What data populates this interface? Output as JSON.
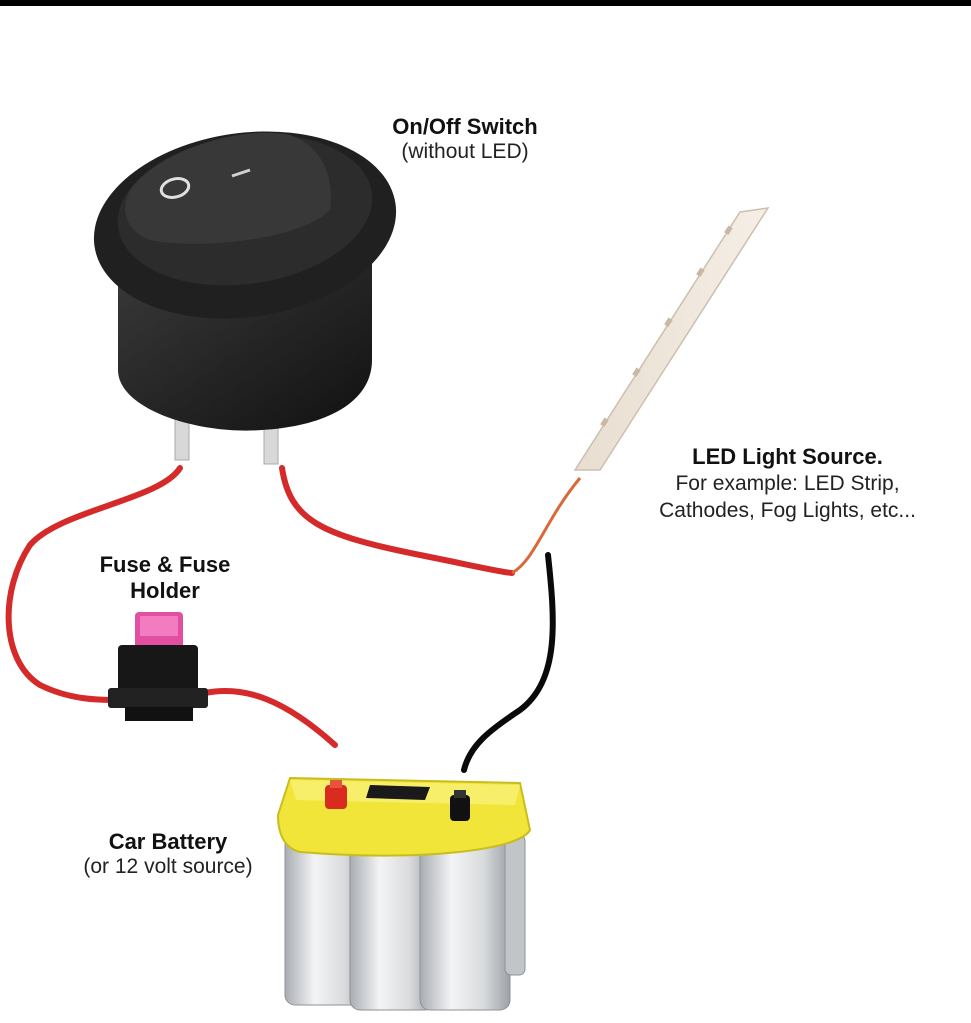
{
  "labels": {
    "switch": {
      "title": "On/Off Switch",
      "subtitle": "(without LED)"
    },
    "fuse": {
      "title_line1": "Fuse & Fuse",
      "title_line2": "Holder"
    },
    "led": {
      "title": "LED Light Source.",
      "subtitle_line1": "For example: LED Strip,",
      "subtitle_line2": "Cathodes, Fog Lights, etc..."
    },
    "battery": {
      "title": "Car Battery",
      "subtitle": "(or 12 volt source)"
    }
  },
  "colors": {
    "wire_red": "#d42a2a",
    "wire_black": "#0a0a0a",
    "battery_top": "#f1e53a",
    "switch_body": "#1c1c1c",
    "fuse_pink": "#e24fa0"
  }
}
